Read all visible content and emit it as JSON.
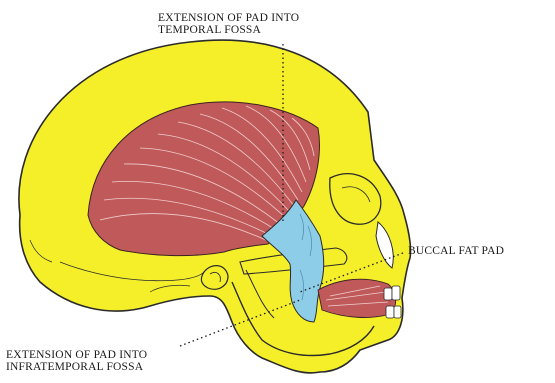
{
  "labels": {
    "temporal": {
      "line1": "EXTENSION OF PAD INTO",
      "line2": "TEMPORAL FOSSA"
    },
    "buccal": "BUCCAL FAT PAD",
    "infratemporal": {
      "line1": "EXTENSION OF PAD INTO",
      "line2": "INFRATEMPORAL FOSSA"
    }
  },
  "colors": {
    "skull": "#f5ef2a",
    "fat_pad": "#8ecde8",
    "muscle": "#b84d4d",
    "outline": "#2a2a2a"
  }
}
